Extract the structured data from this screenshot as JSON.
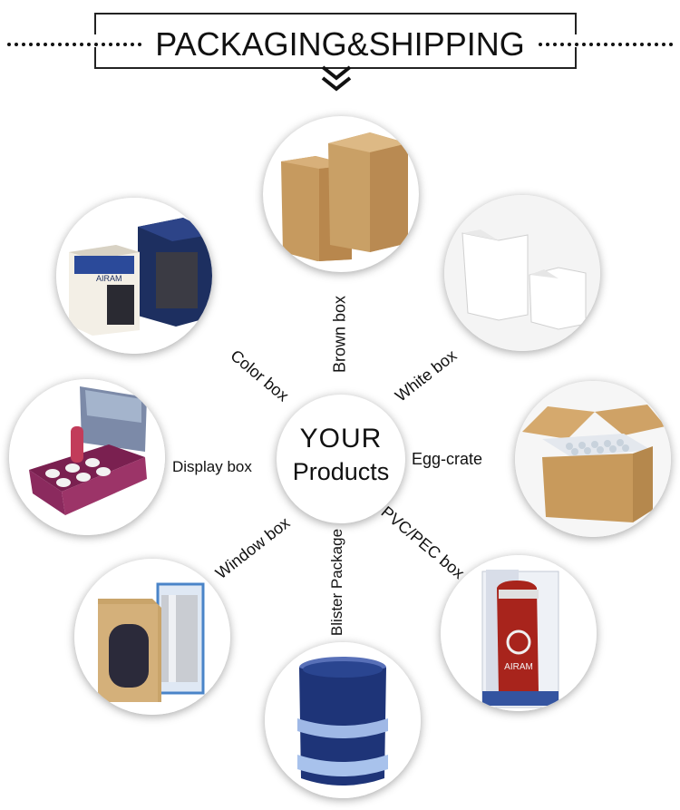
{
  "header": {
    "title": "PACKAGING&SHIPPING"
  },
  "center": {
    "line1": "YOUR",
    "line2": "Products"
  },
  "packages": [
    {
      "label": "Brown box"
    },
    {
      "label": "White box"
    },
    {
      "label": "Egg-crate"
    },
    {
      "label": "PVC/PEC box"
    },
    {
      "label": "Blister Package"
    },
    {
      "label": "Window box"
    },
    {
      "label": "Display box"
    },
    {
      "label": "Color box"
    }
  ],
  "product_brand": "AIRAM"
}
